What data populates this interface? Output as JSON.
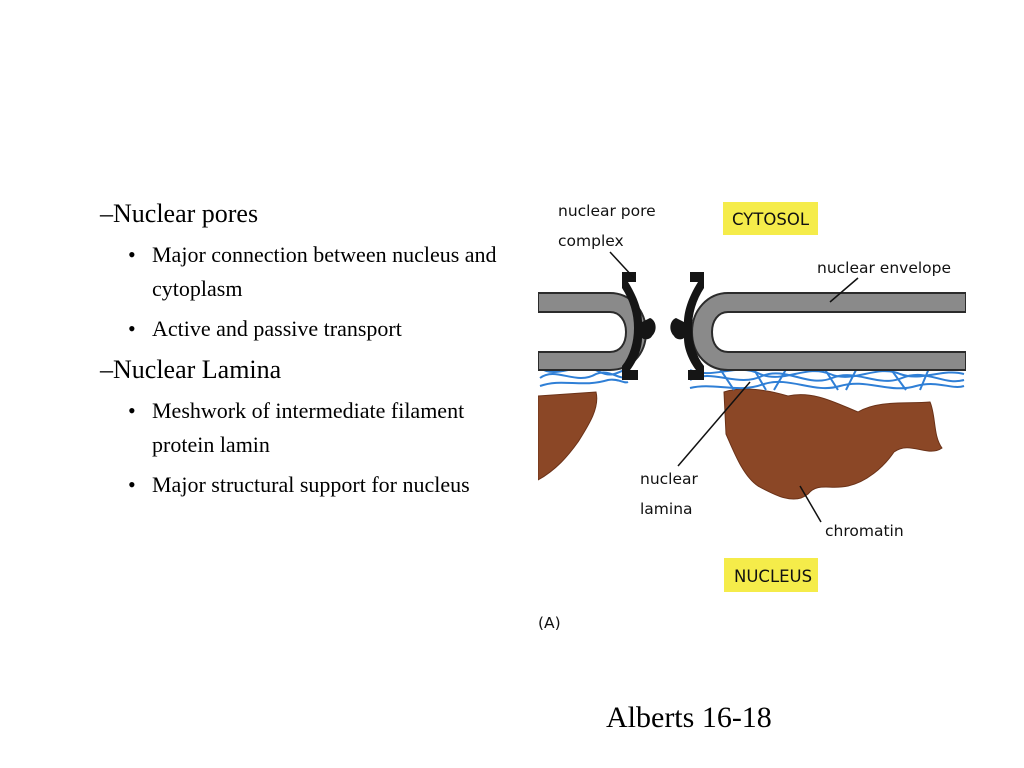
{
  "outline": [
    {
      "level": 1,
      "text": "–Nuclear pores"
    },
    {
      "level": 2,
      "bullet": "•",
      "text": "Major connection between nucleus and cytoplasm"
    },
    {
      "level": 2,
      "bullet": "•",
      "text": "Active and passive transport"
    },
    {
      "level": 1,
      "text": "–Nuclear Lamina"
    },
    {
      "level": 2,
      "bullet": "•",
      "text": "Meshwork of intermediate filament protein lamin"
    },
    {
      "level": 2,
      "bullet": "•",
      "text": "Major structural support for nucleus"
    }
  ],
  "figure": {
    "labels": {
      "npc_line1": "nuclear pore",
      "npc_line2": "complex",
      "cytosol": "CYTOSOL",
      "envelope": "nuclear envelope",
      "lamina_line1": "nuclear",
      "lamina_line2": "lamina",
      "chromatin": "chromatin",
      "nucleus": "NUCLEUS",
      "panel": "(A)"
    },
    "colors": {
      "membrane": "#8a8a8a",
      "membrane_outline": "#2b2b2b",
      "pore_complex": "#151515",
      "lamina": "#2f7fd6",
      "chromatin": "#8b4726",
      "region_label_bg": "#f5ec4a"
    }
  },
  "citation": "Alberts 16-18"
}
